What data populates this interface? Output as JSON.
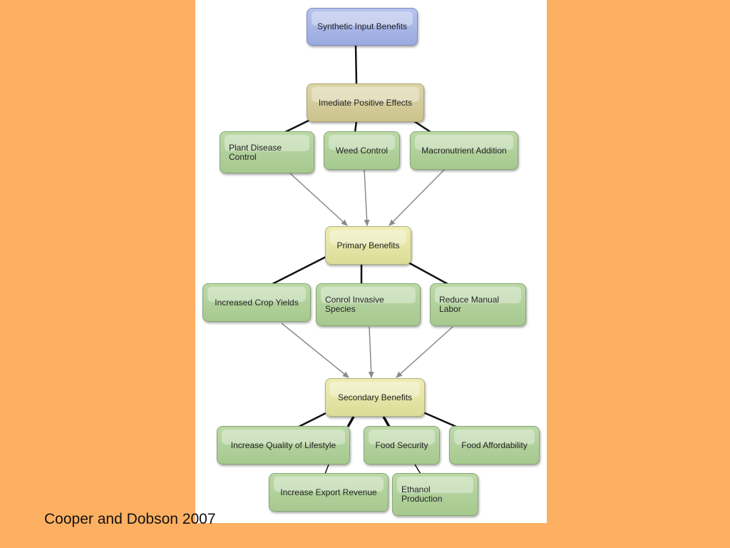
{
  "colors": {
    "background": "#FEB062",
    "panel": "#FFFFFF",
    "root_node": "#A6B4E6",
    "effects_node": "#D3CB98",
    "benefit_node": "#E4E4A6",
    "leaf_node": "#AFD09A",
    "connector": "#111111",
    "arrow": "#8A8A8A"
  },
  "nodes": {
    "synthetic_input_benefits": "Synthetic Input Benefits",
    "imediate_positive_effects": "Imediate Positive Effects",
    "plant_disease_control": "Plant Disease Control",
    "weed_control": "Weed Control",
    "macronutrient_addition": "Macronutrient Addition",
    "primary_benefits": "Primary Benefits",
    "increased_crop_yields": "Increased Crop Yields",
    "conrol_invasive_species": "Conrol Invasive Species",
    "reduce_manual_labor": "Reduce Manual Labor",
    "secondary_benefits": "Secondary Benefits",
    "increase_quality_of_lifestyle": "Increase Quality of Lifestyle",
    "food_security": "Food Security",
    "food_affordability": "Food Affordability",
    "increase_export_revenue": "Increase Export Revenue",
    "ethanol_production": "Ethanol Production"
  },
  "citation": "Cooper and Dobson 2007"
}
